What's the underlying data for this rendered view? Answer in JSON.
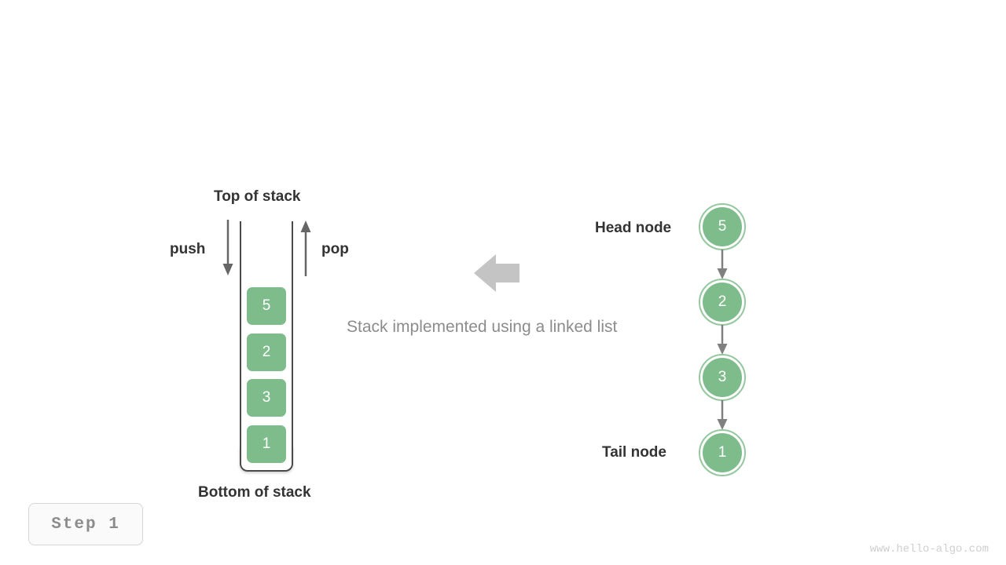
{
  "diagram": {
    "caption": "Stack implemented using a linked list",
    "stack": {
      "top_label": "Top of stack",
      "bottom_label": "Bottom of stack",
      "push_label": "push",
      "pop_label": "pop",
      "cells": [
        {
          "value": "5"
        },
        {
          "value": "2"
        },
        {
          "value": "3"
        },
        {
          "value": "1"
        }
      ],
      "cell_color": "#7fbc8c",
      "wall_color": "#4a4a4a"
    },
    "linked_list": {
      "head_label": "Head node",
      "tail_label": "Tail node",
      "nodes": [
        {
          "value": "5"
        },
        {
          "value": "2"
        },
        {
          "value": "3"
        },
        {
          "value": "1"
        }
      ],
      "node_fill": "#7fbc8c",
      "node_ring": "#95c89f",
      "connector_color": "#808080"
    },
    "transform_arrow": {
      "direction": "left",
      "color": "#c4c4c4"
    }
  },
  "footer": {
    "step_label": "Step 1",
    "watermark": "www.hello-algo.com"
  }
}
